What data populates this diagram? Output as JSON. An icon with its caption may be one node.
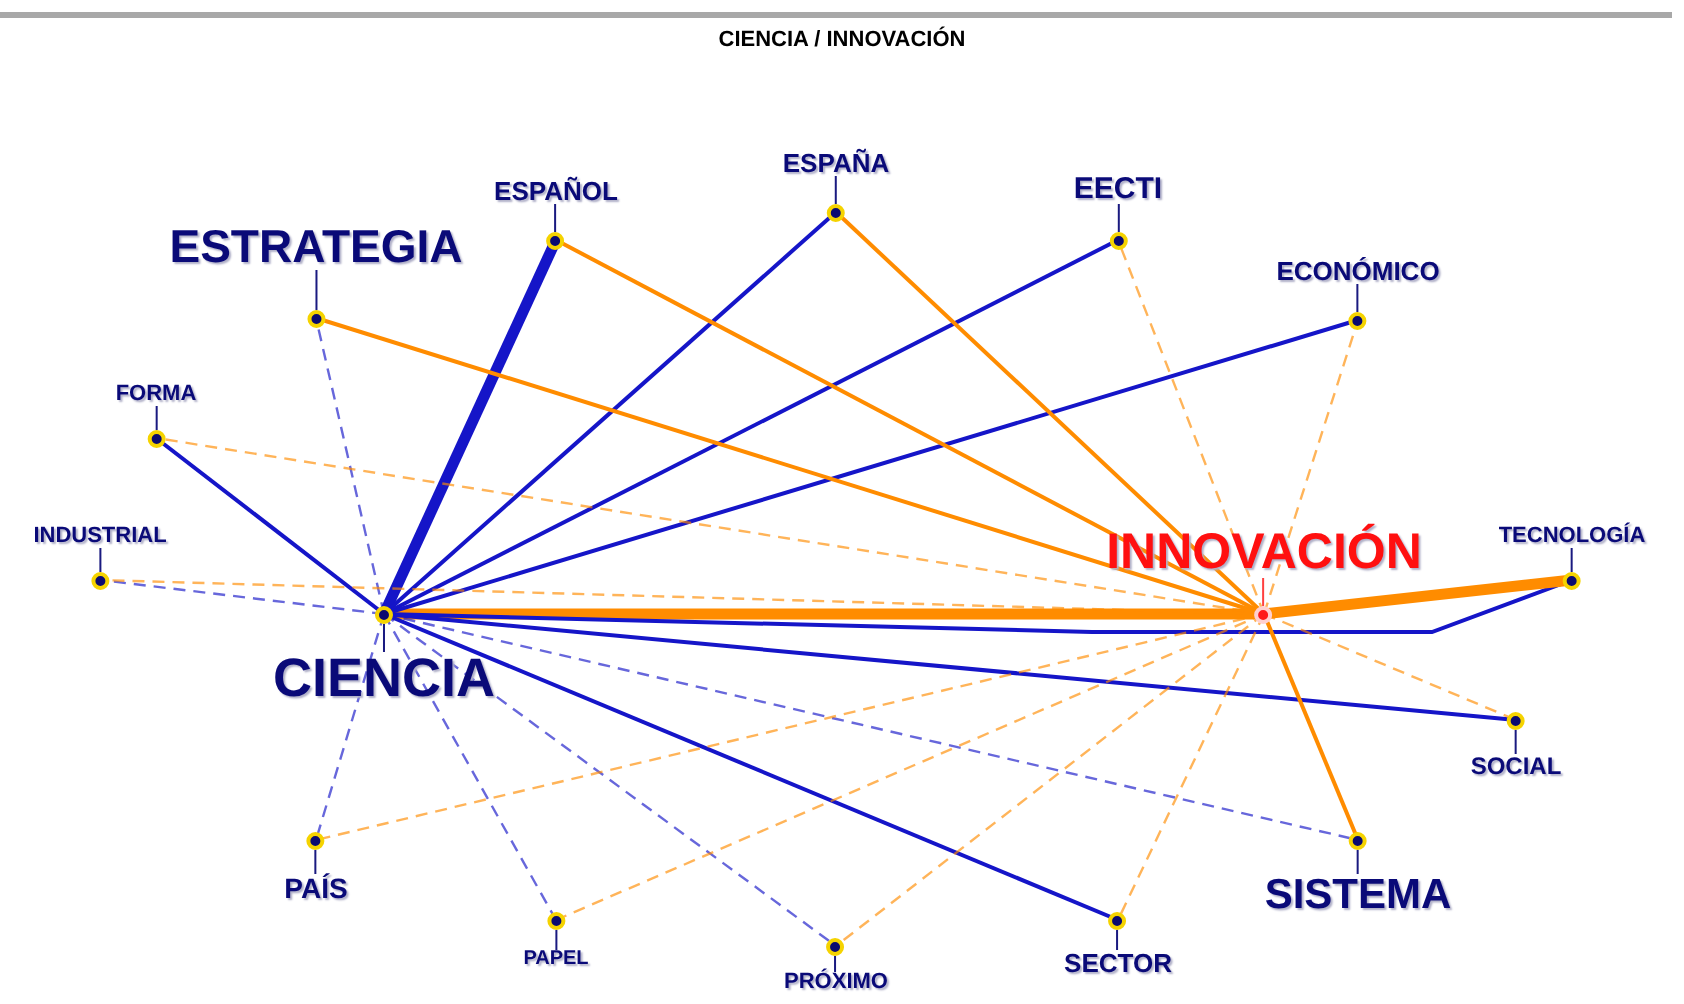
{
  "diagram": {
    "title": "CIENCIA / INNOVACIÓN",
    "nodes": [
      {
        "text": [
          "CIENCIA"
        ]
      },
      {
        "text": [
          "INNOVACIÓN"
        ]
      },
      {
        "text": [
          "ESTRATEGIA"
        ]
      },
      {
        "text": [
          "ESPAÑOL"
        ]
      },
      {
        "text": [
          "ESPAÑA"
        ]
      },
      {
        "text": [
          "EECTI"
        ]
      },
      {
        "text": [
          "ECONÓMICO"
        ]
      },
      {
        "text": [
          "FORMA"
        ]
      },
      {
        "text": [
          "INDUSTRIAL"
        ]
      },
      {
        "text": [
          "TECNOLOGÍA"
        ]
      },
      {
        "text": [
          "SOCIAL"
        ]
      },
      {
        "text": [
          "PAÍS"
        ]
      },
      {
        "text": [
          "PAPEL"
        ]
      },
      {
        "text": [
          "PRÓXIMO"
        ]
      },
      {
        "text": [
          "SECTOR"
        ]
      },
      {
        "text": [
          "SISTEMA"
        ]
      }
    ],
    "edges": [
      {
        "from": 0,
        "to": 1,
        "arrow": "none",
        "style": "thick",
        "color": "#ff8c00"
      },
      {
        "from": 0,
        "to": 2,
        "arrow": "none",
        "style": "dashed",
        "color": "#1515c8"
      },
      {
        "from": 0,
        "to": 3,
        "arrow": "none",
        "style": "thick",
        "color": "#1515c8"
      },
      {
        "from": 0,
        "to": 4,
        "arrow": "none",
        "color": "#1515c8"
      },
      {
        "from": 0,
        "to": 5,
        "arrow": "none",
        "color": "#1515c8"
      },
      {
        "from": 0,
        "to": 6,
        "arrow": "none",
        "color": "#1515c8"
      },
      {
        "from": 0,
        "to": 7,
        "arrow": "none",
        "color": "#1515c8"
      },
      {
        "from": 0,
        "to": 8,
        "arrow": "none",
        "style": "dashed",
        "color": "#1515c8"
      },
      {
        "from": 0,
        "to": 9,
        "arrow": "none",
        "color": "#1515c8"
      },
      {
        "from": 0,
        "to": 10,
        "arrow": "none",
        "color": "#1515c8"
      },
      {
        "from": 0,
        "to": 11,
        "arrow": "none",
        "style": "dashed",
        "color": "#1515c8"
      },
      {
        "from": 0,
        "to": 12,
        "arrow": "none",
        "style": "dashed",
        "color": "#1515c8"
      },
      {
        "from": 0,
        "to": 13,
        "arrow": "none",
        "style": "dashed",
        "color": "#1515c8"
      },
      {
        "from": 0,
        "to": 14,
        "arrow": "none",
        "color": "#1515c8"
      },
      {
        "from": 0,
        "to": 15,
        "arrow": "none",
        "style": "dashed",
        "color": "#1515c8"
      },
      {
        "from": 1,
        "to": 2,
        "arrow": "none",
        "color": "#ff8c00"
      },
      {
        "from": 1,
        "to": 3,
        "arrow": "none",
        "color": "#ff8c00"
      },
      {
        "from": 1,
        "to": 4,
        "arrow": "none",
        "color": "#ff8c00"
      },
      {
        "from": 1,
        "to": 5,
        "arrow": "none",
        "style": "dashed",
        "color": "#ff8c00"
      },
      {
        "from": 1,
        "to": 6,
        "arrow": "none",
        "style": "dashed",
        "color": "#ff8c00"
      },
      {
        "from": 1,
        "to": 7,
        "arrow": "none",
        "style": "dashed",
        "color": "#ff8c00"
      },
      {
        "from": 1,
        "to": 8,
        "arrow": "none",
        "style": "dashed",
        "color": "#ff8c00"
      },
      {
        "from": 1,
        "to": 9,
        "arrow": "none",
        "style": "thick",
        "color": "#ff8c00"
      },
      {
        "from": 1,
        "to": 10,
        "arrow": "none",
        "style": "dashed",
        "color": "#ff8c00"
      },
      {
        "from": 1,
        "to": 11,
        "arrow": "none",
        "style": "dashed",
        "color": "#ff8c00"
      },
      {
        "from": 1,
        "to": 12,
        "arrow": "none",
        "style": "dashed",
        "color": "#ff8c00"
      },
      {
        "from": 1,
        "to": 13,
        "arrow": "none",
        "style": "dashed",
        "color": "#ff8c00"
      },
      {
        "from": 1,
        "to": 14,
        "arrow": "none",
        "style": "dashed",
        "color": "#ff8c00"
      },
      {
        "from": 1,
        "to": 15,
        "arrow": "none",
        "color": "#ff8c00"
      }
    ]
  }
}
